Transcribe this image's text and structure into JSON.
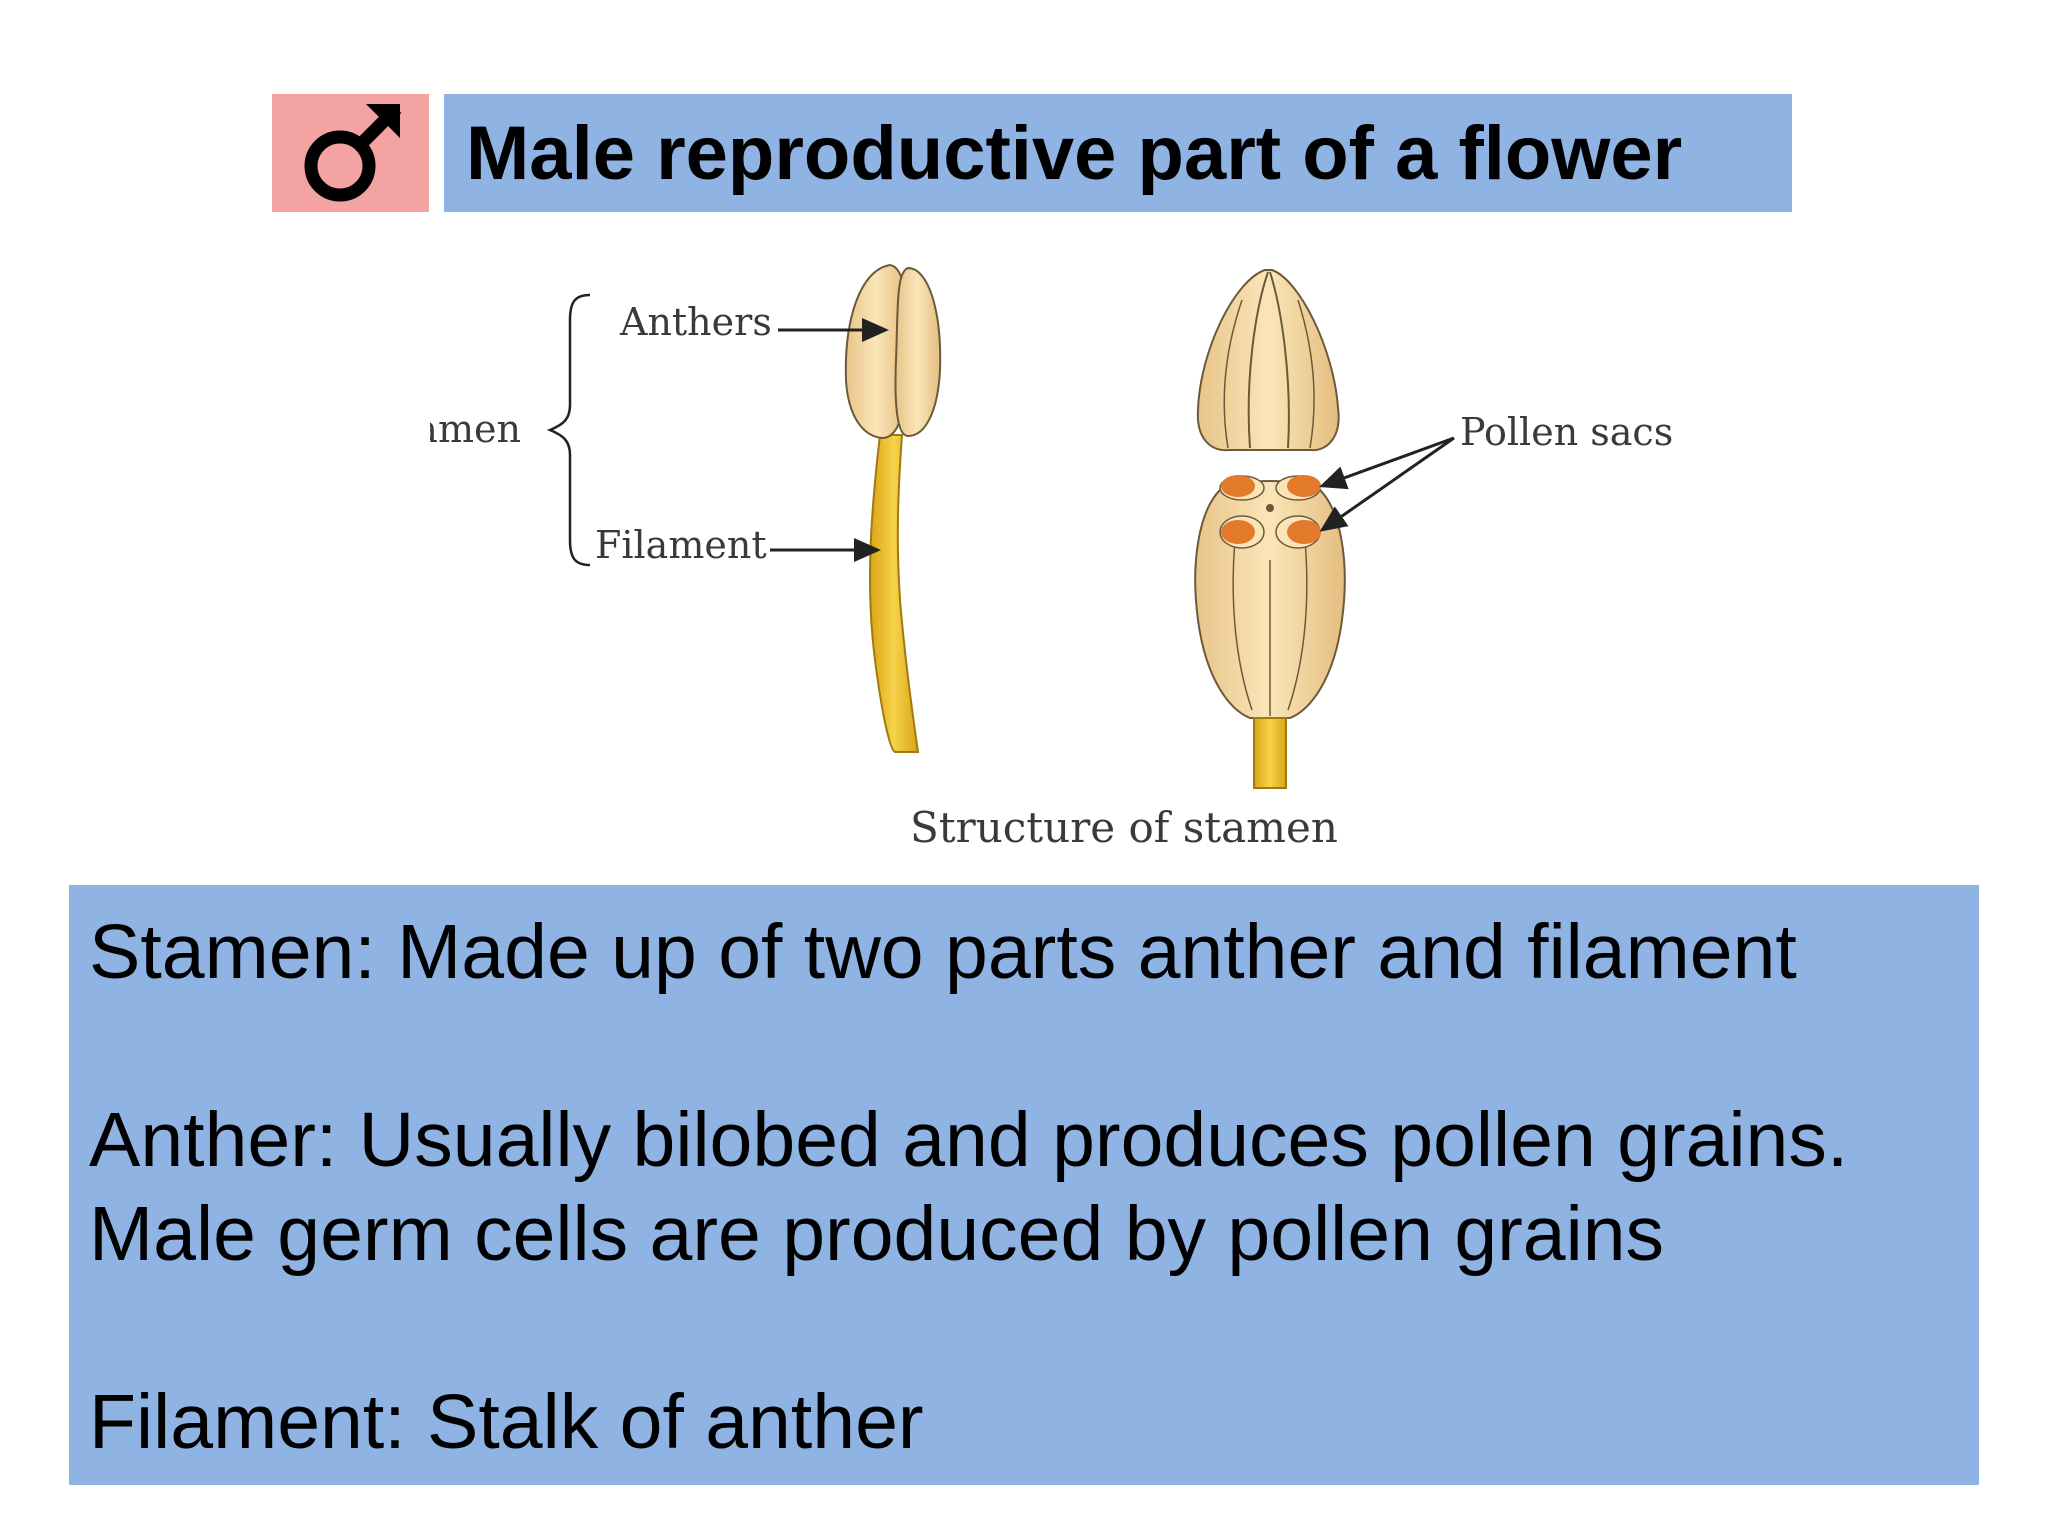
{
  "header": {
    "symbol_icon": "male-symbol-icon",
    "symbol_color": "#f4a3a3",
    "title": "Male reproductive part of a flower",
    "title_bg": "#8fb3e3"
  },
  "diagram": {
    "labels": {
      "anthers": "Anthers",
      "stamen": "Stamen",
      "filament": "Filament",
      "pollen_sacs": "Pollen sacs"
    },
    "caption": "Structure of stamen"
  },
  "info": {
    "stamen": "Stamen: Made up of two parts anther and filament",
    "anther_line1": "Anther: Usually bilobed and produces pollen grains.",
    "anther_line2": "Male germ cells are produced by pollen grains",
    "filament": "Filament: Stalk of anther"
  }
}
